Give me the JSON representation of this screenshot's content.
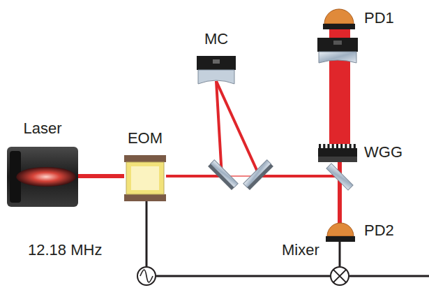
{
  "diagram": {
    "nodes": [
      {
        "text": [
          "Laser"
        ]
      },
      {
        "text": [
          "EOM"
        ]
      },
      {
        "text": [
          "MC"
        ]
      },
      {
        "text": [
          "WGG"
        ]
      },
      {
        "text": [
          "PD1"
        ]
      },
      {
        "text": [
          "PD2"
        ]
      },
      {
        "text": [
          "12.18 MHz"
        ]
      },
      {
        "text": [
          "Mixer"
        ]
      }
    ],
    "edges": [
      {
        "from": 0,
        "to": 1,
        "arrow": "none"
      },
      {
        "from": 1,
        "to": 2,
        "arrow": "none"
      },
      {
        "from": 2,
        "to": 3,
        "arrow": "none"
      },
      {
        "from": 3,
        "to": 4,
        "arrow": "none"
      },
      {
        "from": 3,
        "to": 5,
        "arrow": "none"
      },
      {
        "from": 1,
        "to": 6,
        "arrow": "none"
      },
      {
        "from": 6,
        "to": 7,
        "arrow": "none"
      },
      {
        "from": 5,
        "to": 7,
        "arrow": "none"
      }
    ]
  }
}
